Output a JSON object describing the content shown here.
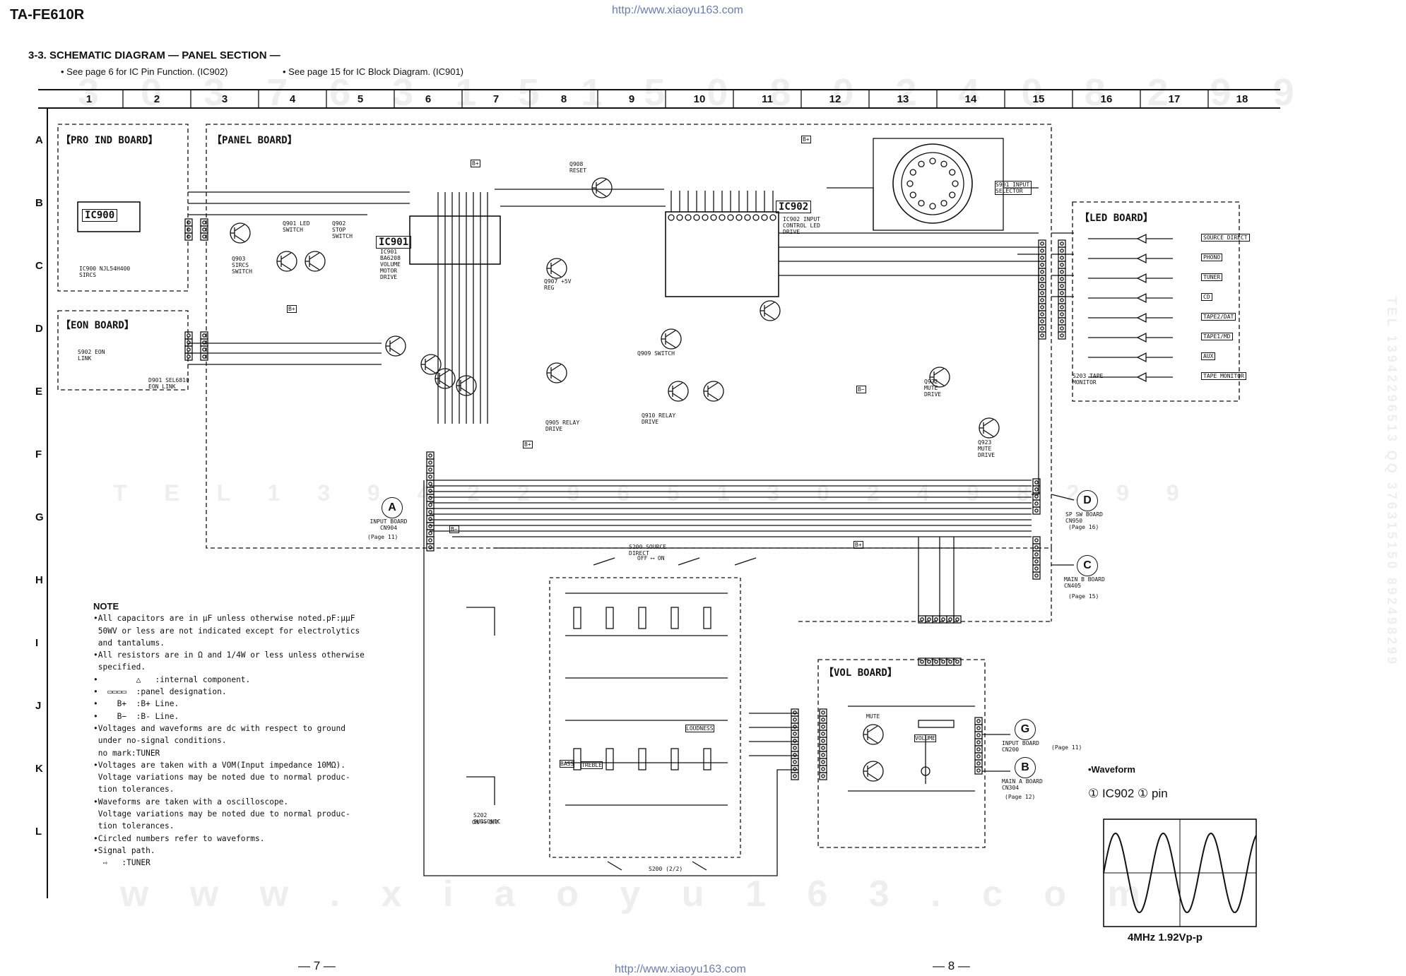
{
  "header": {
    "model": "TA-FE610R",
    "url_top": "http://www.xiaoyu163.com",
    "url_bottom": "http://www.xiaoyu163.com",
    "section_title": "3-3.   SCHEMATIC DIAGRAM — PANEL SECTION —",
    "ref_ic902": "• See page 6 for IC Pin Function. (IC902)",
    "ref_ic901": "• See page 15 for IC Block Diagram. (IC901)"
  },
  "grid": {
    "columns": [
      "1",
      "2",
      "3",
      "4",
      "5",
      "6",
      "7",
      "8",
      "9",
      "10",
      "11",
      "12",
      "13",
      "14",
      "15",
      "16",
      "17",
      "18"
    ],
    "rows": [
      "A",
      "B",
      "C",
      "D",
      "E",
      "F",
      "G",
      "H",
      "I",
      "J",
      "K",
      "L"
    ]
  },
  "boards": {
    "pro_ind": "【PRO IND BOARD】",
    "panel": "【PANEL BOARD】",
    "eon": "【EON BOARD】",
    "led": "【LED BOARD】",
    "vol": "【VOL BOARD】"
  },
  "ics": {
    "ic900": "IC900",
    "ic901": "IC901",
    "ic902": "IC902"
  },
  "labels": {
    "ic900_desc": "IC900 NJL54H400 SIRCS",
    "ic901_desc": "IC901 BA6208 VOLUME MOTOR DRIVE",
    "ic902_desc": "IC902 INPUT CONTROL LED DRIVE",
    "s902": "S902 EON LINK",
    "d901": "D901 SEL6810 EON LINK",
    "q901": "Q901 LED SWITCH",
    "q902": "Q902 STOP SWITCH",
    "q903": "Q903 SIRCS SWITCH",
    "q905": "Q905 RELAY DRIVE",
    "q907": "Q907 +5V REG",
    "q908": "Q908 RESET",
    "q909": "Q909 SWITCH",
    "q910": "Q910 RELAY DRIVE",
    "q922": "Q922 MUTE DRIVE",
    "q923": "Q923 MUTE DRIVE",
    "s901": "S901 INPUT SELECTOR",
    "s203": "S203 TAPE MONITOR",
    "s200": "S200 SOURCE DIRECT",
    "s200_2": "S200 (2/2)",
    "s202": "S202 SUBSONIC",
    "loudness": "LOUDNESS",
    "bass": "BASS",
    "treble": "TREBLE",
    "volume": "VOLUME",
    "mute": "MUTE",
    "off_on": "OFF ⟷ ON",
    "on_off": "ON ⟷ OFF",
    "blus": "B+",
    "bminus": "B−",
    "led_items": [
      "SOURCE DIRECT",
      "PHONO",
      "TUNER",
      "CD",
      "TAPE2/DAT",
      "TAPE1/MD",
      "AUX",
      "TAPE MONITOR"
    ]
  },
  "connectors": {
    "a": {
      "letter": "A",
      "text": "INPUT BOARD CN904",
      "page": "(Page 11)"
    },
    "d": {
      "letter": "D",
      "text": "SP SW BOARD CN950",
      "page": "(Page 16)"
    },
    "c": {
      "letter": "C",
      "text": "MAIN B BOARD CN405",
      "page": "(Page 15)"
    },
    "g": {
      "letter": "G",
      "text": "INPUT BOARD CN200",
      "page": "(Page 11)"
    },
    "b": {
      "letter": "B",
      "text": "MAIN A BOARD CN304",
      "page": "(Page 12)"
    }
  },
  "note": {
    "title": "NOTE",
    "lines": [
      "•All capacitors are in μF unless otherwise noted.pF:μμF",
      " 50WV or less are not indicated except for electrolytics",
      " and tantalums.",
      "•All resistors are in Ω and 1/4W or less unless otherwise",
      " specified.",
      "•        △   :internal component.",
      "•  ▭▭▭▭  :panel designation.",
      "•    B+  :B+ Line.",
      "•    B−  :B- Line.",
      "•Voltages and waveforms are dc with respect to ground",
      " under no-signal conditions.",
      " no mark:TUNER",
      "•Voltages are taken with a VOM(Input impedance 10MΩ).",
      " Voltage variations may be noted due to normal produc-",
      " tion tolerances.",
      "•Waveforms are taken with a oscilloscope.",
      " Voltage variations may be noted due to normal produc-",
      " tion tolerances.",
      "•Circled numbers refer to waveforms.",
      "•Signal path.",
      "  ⇨   :TUNER"
    ]
  },
  "waveform": {
    "title": "•Waveform",
    "subtitle": "① IC902 ① pin",
    "caption": "4MHz  1.92Vp-p"
  },
  "pages": {
    "left": "— 7 —",
    "right": "— 8 —"
  },
  "watermarks": {
    "row1": "3 0 3 7 6 3 1 5 1 5 0   8 0 2 4 0 8 2 9 9",
    "row2": "T E L   1 3 9 4 2 2 9 6 5 1 3         0 2 4 9 8 2 9 9",
    "row3": "w w w . x i a o y u 1 6 3 . c o m",
    "side_right": "TEL 13942296513  QQ 376315150  892498299"
  }
}
